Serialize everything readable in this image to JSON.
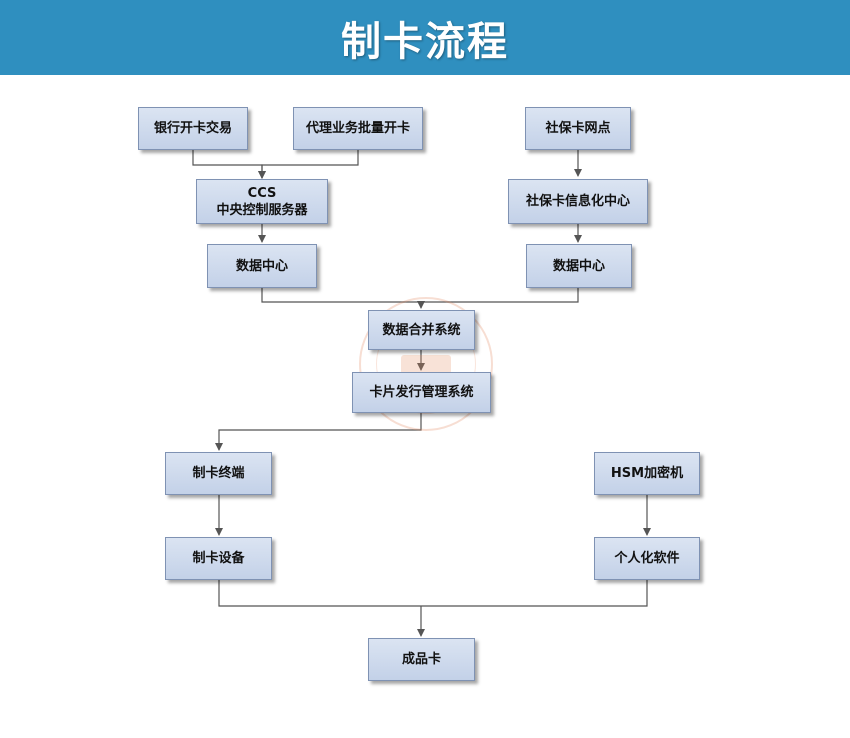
{
  "title": "制卡流程",
  "nodes": {
    "bank": "银行开卡交易",
    "agent": "代理业务批量开卡",
    "social_outlet": "社保卡网点",
    "ccs_line1": "CCS",
    "ccs_line2": "中央控制服务器",
    "social_info": "社保卡信息化中心",
    "data_center_left": "数据中心",
    "data_center_right": "数据中心",
    "merge": "数据合并系统",
    "issue_mgmt": "卡片发行管理系统",
    "terminal": "制卡终端",
    "hsm": "HSM加密机",
    "equipment": "制卡设备",
    "personalization": "个人化软件",
    "finished": "成品卡"
  },
  "colors": {
    "banner": "#2f8fbf",
    "node_fill": "#c3d1e8",
    "node_border": "#7f92b3",
    "connector": "#555555"
  }
}
